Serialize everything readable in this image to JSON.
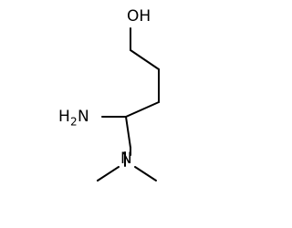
{
  "molecule": {
    "atoms": {
      "oxygen_hydroxyl": "OH",
      "amine_prefix": "H",
      "amine_subscript": "2",
      "amine_suffix": "N",
      "tertiary_nitrogen": "N"
    }
  },
  "colors": {
    "bond": "#000000",
    "background": "#ffffff"
  }
}
